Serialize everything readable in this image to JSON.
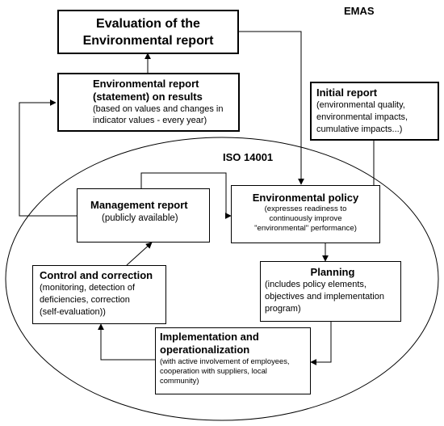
{
  "labels": {
    "emas": "EMAS",
    "iso": "ISO 14001"
  },
  "boxes": {
    "evaluation": {
      "title_line1": "Evaluation of the",
      "title_line2": "Environmental report"
    },
    "env_report": {
      "title_line1": "Environmental report",
      "title_line2": "(statement) on results",
      "desc_line1": "(based on values and changes in",
      "desc_line2": "indicator values - every year)"
    },
    "initial_report": {
      "title": "Initial report",
      "desc_line1": "(environmental quality,",
      "desc_line2": "environmental impacts,",
      "desc_line3": "cumulative impacts...)"
    },
    "management_report": {
      "title": "Management report",
      "desc": "(publicly available)"
    },
    "env_policy": {
      "title": "Environmental policy",
      "desc_line1": "(expresses readiness to",
      "desc_line2": "continuously improve",
      "desc_line3": "\"environmental\" performance)"
    },
    "control": {
      "title": "Control and correction",
      "desc_line1": "(monitoring, detection of",
      "desc_line2": "deficiencies, correction",
      "desc_line3": "(self-evaluation))"
    },
    "planning": {
      "title": "Planning",
      "desc_line1": "(includes policy elements,",
      "desc_line2": "objectives and implementation",
      "desc_line3": "program)"
    },
    "implementation": {
      "title_line1": "Implementation and",
      "title_line2": "operationalization",
      "desc_line1": "(with active involvement of employees,",
      "desc_line2": "cooperation with suppliers, local",
      "desc_line3": "community)"
    }
  }
}
